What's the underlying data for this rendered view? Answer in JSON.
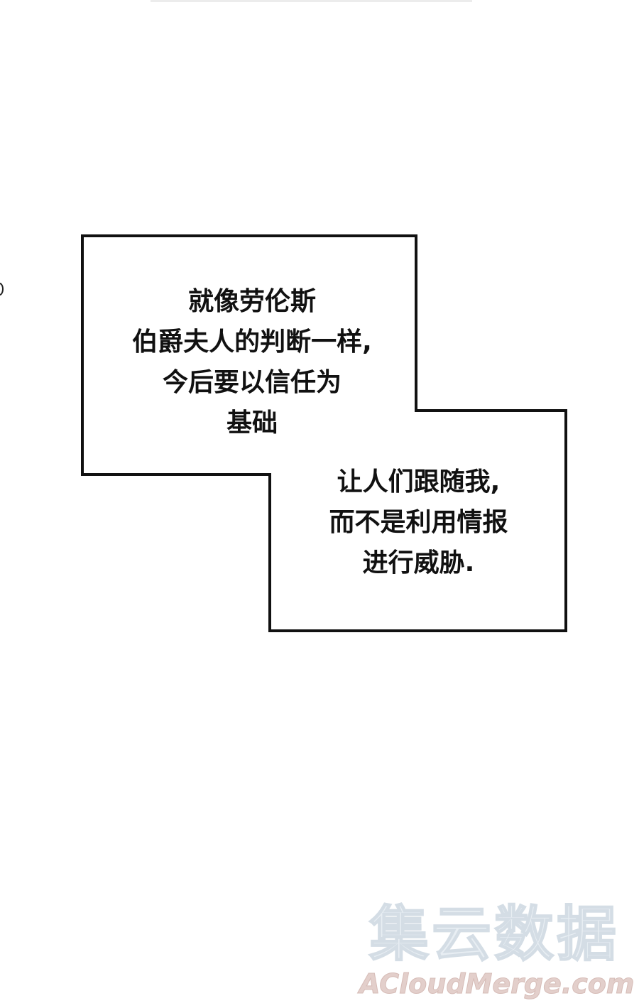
{
  "bubble_1": {
    "lines": [
      "就像劳伦斯",
      "伯爵夫人的判断一样,",
      "今后要以信任为",
      "基础"
    ]
  },
  "bubble_2": {
    "lines": [
      "让人们跟随我,",
      "而不是利用情报",
      "进行威胁."
    ]
  },
  "watermark": {
    "cn": "集云数据",
    "en": "ACloudMerge.com"
  },
  "colors": {
    "border": "#111111",
    "text": "#111111",
    "background": "#ffffff"
  }
}
